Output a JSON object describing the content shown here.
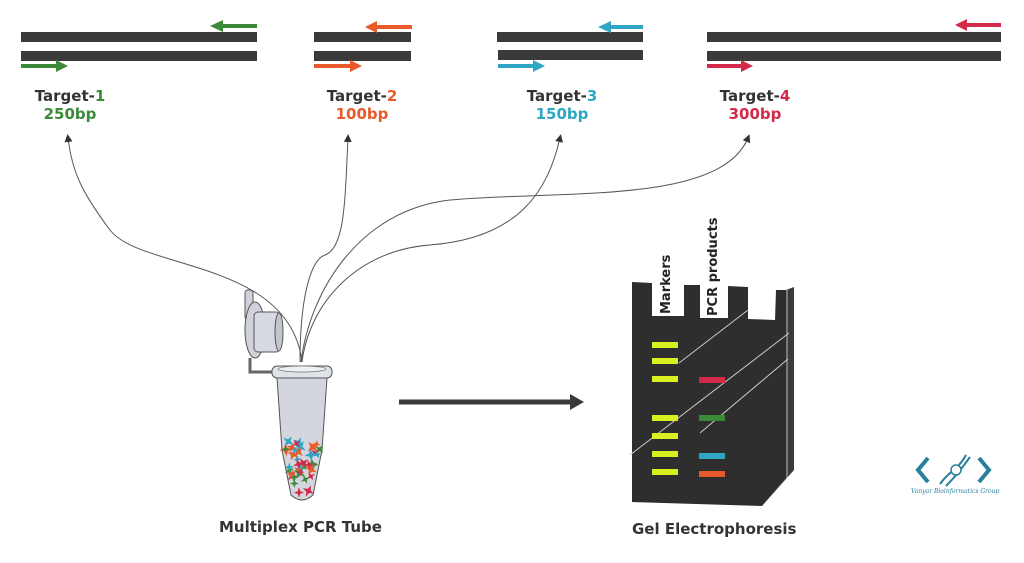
{
  "targets": [
    {
      "name": "Target-",
      "num": "1",
      "size": "250bp",
      "color": "#3a8a3a"
    },
    {
      "name": "Target-",
      "num": "2",
      "size": "100bp",
      "color": "#e85a2a"
    },
    {
      "name": "Target-",
      "num": "3",
      "size": "150bp",
      "color": "#2ea6c4"
    },
    {
      "name": "Target-",
      "num": "4",
      "size": "300bp",
      "color": "#d42a4a"
    }
  ],
  "tube": {
    "caption": "Multiplex PCR Tube"
  },
  "gel": {
    "caption": "Gel Electrophoresis",
    "lane_labels": [
      "Markers",
      "PCR products"
    ],
    "marker_color": "#d8f020",
    "marker_band_count": 7,
    "product_bands": [
      "#d42a4a",
      "#3a8a3a",
      "#2ea6c4",
      "#e85a2a"
    ]
  },
  "logo": {
    "text": "Vanyar Bioinformatics Group",
    "color": "#2a7f9a"
  },
  "colors": {
    "dna": "#3a3a3a",
    "curve": "#555555"
  }
}
